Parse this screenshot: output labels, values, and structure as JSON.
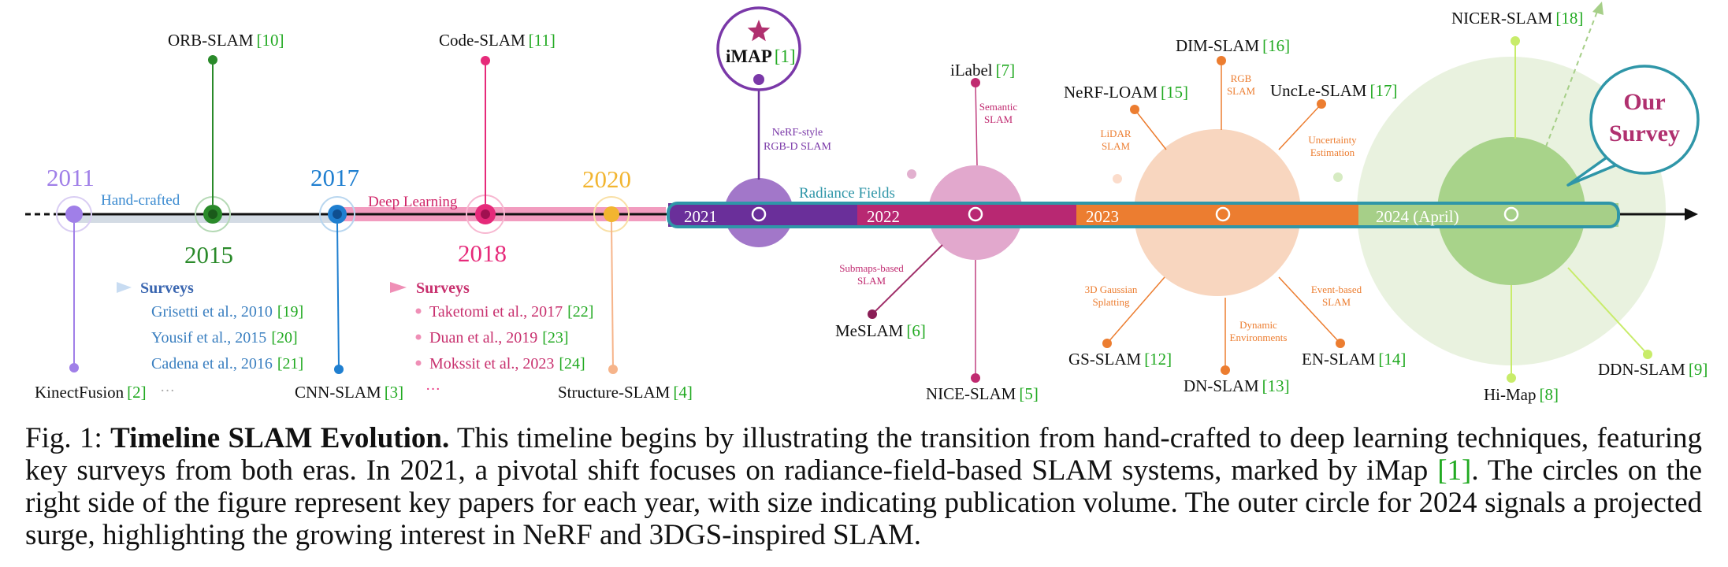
{
  "colors": {
    "handcrafted": "#8e5bd6",
    "deep": "#e8488a",
    "ours": "#2f96a8",
    "y2011": "#a07fe8",
    "y2015": "#2a8a2a",
    "y2017": "#1f7fd0",
    "y2018": "#e62a7a",
    "y2020": "#f2b530",
    "cite": "#22aa22"
  },
  "years": {
    "y2011": "2011",
    "y2015": "2015",
    "y2017": "2017",
    "y2018": "2018",
    "y2020": "2020",
    "b2021": "2021",
    "b2022": "2022",
    "b2023": "2023",
    "b2024": "2024 (April)"
  },
  "eras": {
    "handcrafted": "Hand-crafted",
    "deep": "Deep Learning",
    "radiance": "Radiance Fields"
  },
  "systems": {
    "orb": {
      "name": "ORB-SLAM",
      "cite": "[10]"
    },
    "code": {
      "name": "Code-SLAM",
      "cite": "[11]"
    },
    "imap": {
      "name": "iMAP",
      "cite": "[1]"
    },
    "kinect": {
      "name": "KinectFusion",
      "cite": "[2]"
    },
    "cnn": {
      "name": "CNN-SLAM",
      "cite": "[3]"
    },
    "structure": {
      "name": "Structure-SLAM",
      "cite": "[4]"
    },
    "ilabel": {
      "name": "iLabel",
      "cite": "[7]"
    },
    "meslam": {
      "name": "MeSLAM",
      "cite": "[6]"
    },
    "nice": {
      "name": "NICE-SLAM",
      "cite": "[5]"
    },
    "nerfloam": {
      "name": "NeRF-LOAM",
      "cite": "[15]"
    },
    "dim": {
      "name": "DIM-SLAM",
      "cite": "[16]"
    },
    "uncle": {
      "name": "UncLe-SLAM",
      "cite": "[17]"
    },
    "gs": {
      "name": "GS-SLAM",
      "cite": "[12]"
    },
    "dn": {
      "name": "DN-SLAM",
      "cite": "[13]"
    },
    "en": {
      "name": "EN-SLAM",
      "cite": "[14]"
    },
    "nicer": {
      "name": "NICER-SLAM",
      "cite": "[18]"
    },
    "himap": {
      "name": "Hi-Map",
      "cite": "[8]"
    },
    "ddn": {
      "name": "DDN-SLAM",
      "cite": "[9]"
    }
  },
  "tags": {
    "imap_l1": "NeRF-style",
    "imap_l2": "RGB-D SLAM",
    "sem_l1": "Semantic",
    "sem_l2": "SLAM",
    "sub_l1": "Submaps-based",
    "sub_l2": "SLAM",
    "lidar_l1": "LiDAR",
    "lidar_l2": "SLAM",
    "rgb_l1": "RGB",
    "rgb_l2": "SLAM",
    "unc_l1": "Uncertainty",
    "unc_l2": "Estimation",
    "gauss_l1": "3D Gaussian",
    "gauss_l2": "Splatting",
    "dyn_l1": "Dynamic",
    "dyn_l2": "Environments",
    "event_l1": "Event-based",
    "event_l2": "SLAM"
  },
  "surveys_left": {
    "heading": "Surveys",
    "items": [
      {
        "text": "Grisetti et al., 2010",
        "cite": "[19]"
      },
      {
        "text": "Yousif et al., 2015",
        "cite": "[20]"
      },
      {
        "text": "Cadena et al., 2016",
        "cite": "[21]"
      }
    ],
    "more": "···"
  },
  "surveys_right": {
    "heading": "Surveys",
    "items": [
      {
        "text": "Taketomi et al., 2017",
        "cite": "[22]"
      },
      {
        "text": "Duan et al., 2019",
        "cite": "[23]"
      },
      {
        "text": "Mokssit et al., 2023",
        "cite": "[24]"
      }
    ],
    "more": "···"
  },
  "our_survey": {
    "l1": "Our",
    "l2": "Survey"
  },
  "caption": {
    "label": "Fig. 1: ",
    "title": "Timeline SLAM Evolution.",
    "text1": " This timeline begins by illustrating the transition from hand-crafted to deep learning techniques, featuring key surveys from both eras. In 2021, a pivotal shift focuses on radiance-field-based SLAM systems, marked by iMap ",
    "cite": "[1]",
    "text2": ". The circles on the right side of the figure represent key papers for each year, with size indicating publication volume. The outer circle for 2024 signals a projected surge, highlighting the growing interest in NeRF and 3DGS-inspired SLAM."
  }
}
